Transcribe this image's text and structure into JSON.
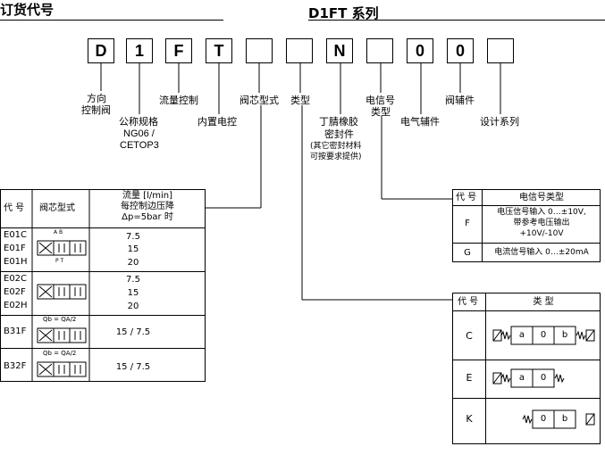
{
  "header": {
    "left_title": "订货代号",
    "right_title_top": "——— ——— ———",
    "right_title": "D1FT 系列"
  },
  "code_boxes": [
    "D",
    "1",
    "F",
    "T",
    "",
    "",
    "N",
    "",
    "0",
    "0",
    ""
  ],
  "labels": {
    "direction": "方向",
    "control_valve": "控制阀",
    "nominal_size": "公称规格",
    "ng": "NG06 /",
    "cetop": "CETOP3",
    "flow_control": "流量控制",
    "built_in": "内置电控",
    "spool_type": "阀芯型式",
    "type": "类型",
    "nbr": "丁腈橡胶",
    "seal": "密封件",
    "seal_note1": "(其它密封材料",
    "seal_note2": "可按要求提供)",
    "signal": "电信号",
    "signal2": "类型",
    "elec_acc": "电气辅件",
    "valve_acc": "阀辅件",
    "design": "设计系列"
  },
  "spool_table": {
    "col_code": "代 号",
    "col_spool": "阀芯型式",
    "col_flow_1": "流量 [l/min]",
    "col_flow_2": "每控制边压降",
    "col_flow_3": "Δp=5bar 时",
    "rows": [
      {
        "codes": [
          "E01C",
          "E01F",
          "E01H"
        ],
        "flows": [
          "7.5",
          "15",
          "20"
        ],
        "note": ""
      },
      {
        "codes": [
          "E02C",
          "E02F",
          "E02H"
        ],
        "flows": [
          "7.5",
          "15",
          "20"
        ],
        "note": ""
      },
      {
        "codes": [
          "B31F"
        ],
        "flows": [
          "15 / 7.5"
        ],
        "note": "Qb = QA/2"
      },
      {
        "codes": [
          "B32F"
        ],
        "flows": [
          "15 / 7.5"
        ],
        "note": "Qb = QA/2"
      }
    ],
    "symbol_ports_top": "A  B",
    "symbol_ports_bottom": "P  T"
  },
  "signal_table": {
    "col_code": "代 号",
    "col_type": "电信号类型",
    "rows": [
      {
        "code": "F",
        "desc_1": "电压信号输入 0…±10V,",
        "desc_2": "带参考电压输出",
        "desc_3": "+10V/-10V"
      },
      {
        "code": "G",
        "desc_1": "电流信号输入 0…±20mA",
        "desc_2": "",
        "desc_3": ""
      }
    ]
  },
  "type_table": {
    "col_code": "代 号",
    "col_type": "类 型",
    "rows": [
      {
        "code": "C",
        "cells": [
          "a",
          "0",
          "b"
        ]
      },
      {
        "code": "E",
        "cells": [
          "a",
          "0"
        ]
      },
      {
        "code": "K",
        "cells": [
          "0",
          "b"
        ]
      }
    ]
  }
}
